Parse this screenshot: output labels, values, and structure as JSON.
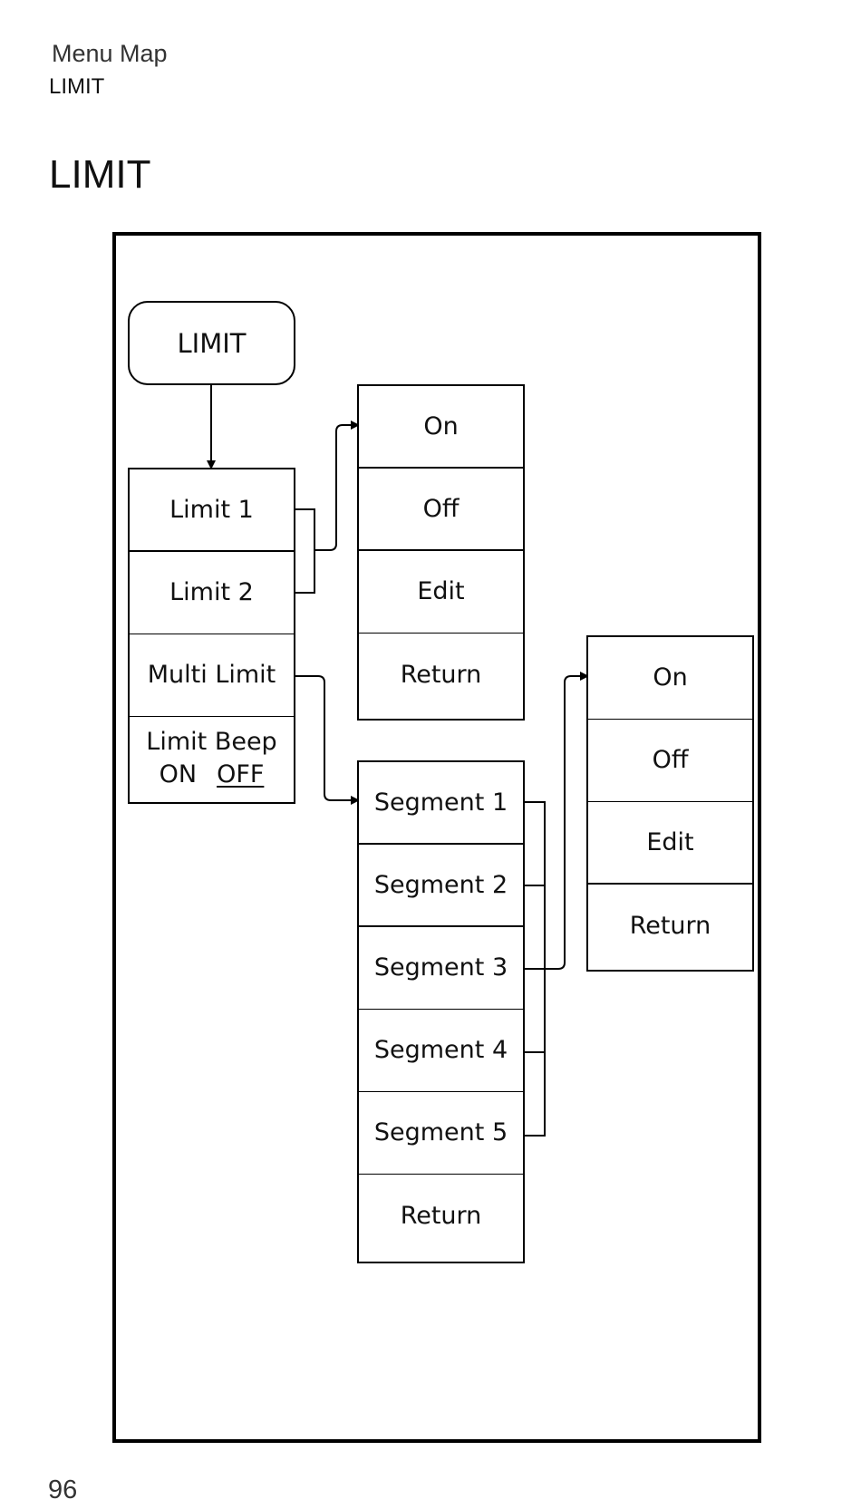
{
  "header": {
    "section": "Menu Map",
    "topic": "LIMIT"
  },
  "page_title": "LIMIT",
  "diagram": {
    "root": "LIMIT",
    "main_menu": [
      "Limit 1",
      "Limit 2",
      "Multi Limit"
    ],
    "limit_beep": {
      "label": "Limit Beep",
      "on": "ON",
      "off": "OFF",
      "selected": "OFF"
    },
    "limit_submenu": [
      "On",
      "Off",
      "Edit",
      "Return"
    ],
    "multi_limit_submenu": [
      "Segment 1",
      "Segment 2",
      "Segment 3",
      "Segment 4",
      "Segment 5",
      "Return"
    ],
    "segment_submenu": [
      "On",
      "Off",
      "Edit",
      "Return"
    ]
  },
  "footer": {
    "page_number": "96"
  }
}
